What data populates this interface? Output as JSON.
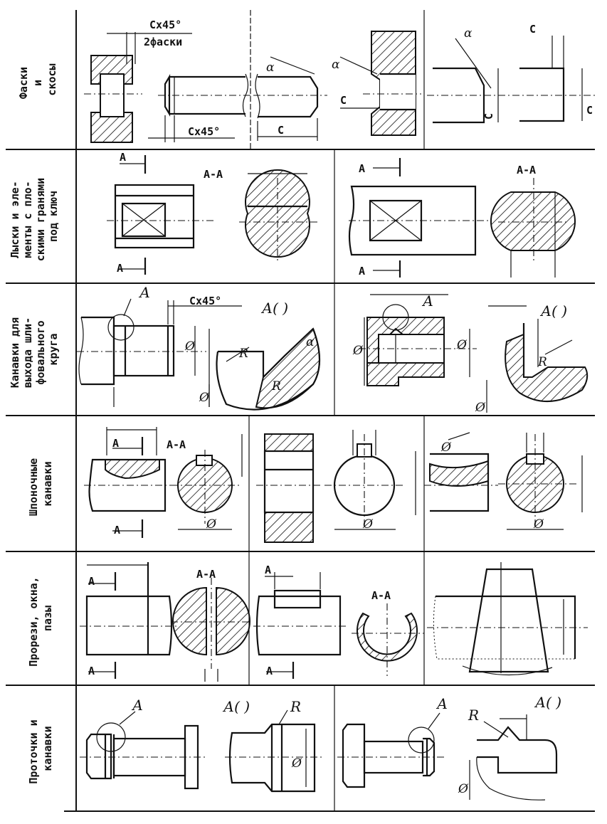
{
  "rows": [
    {
      "label_lines": [
        "Фаски",
        "и",
        "скосы"
      ]
    },
    {
      "label_lines": [
        "Лыски и эле-",
        "менты с пло-",
        "скими гранями",
        "под ключ"
      ]
    },
    {
      "label_lines": [
        "Канавки для",
        "выхода шли-",
        "фовального",
        "круга"
      ]
    },
    {
      "label_lines": [
        "Шпоночные",
        "канавки"
      ]
    },
    {
      "label_lines": [
        "Прорези, окна,",
        "пазы"
      ]
    },
    {
      "label_lines": [
        "Проточки и",
        "канавки"
      ]
    }
  ],
  "chamfer": {
    "callout": "Cx45°",
    "callout_sub": "2фаски",
    "dim_bottom": "Cx45°",
    "angle_a": "α",
    "dim_c": "C"
  },
  "flats": {
    "section_mark": "А",
    "section_title": "А-А"
  },
  "grooves": {
    "detail_a": "А",
    "callout": "Cx45°",
    "detail_title": "А(  )",
    "radius": "R",
    "diameter": "Ø",
    "angle_a": "α"
  },
  "keyways": {
    "section_mark": "А",
    "section_title": "А-А",
    "diameter": "Ø"
  },
  "slots": {
    "section_mark": "А",
    "section_title": "А-А"
  },
  "undercuts": {
    "detail_a": "А",
    "detail_title": "А(  )",
    "radius": "R",
    "diameter": "Ø"
  }
}
